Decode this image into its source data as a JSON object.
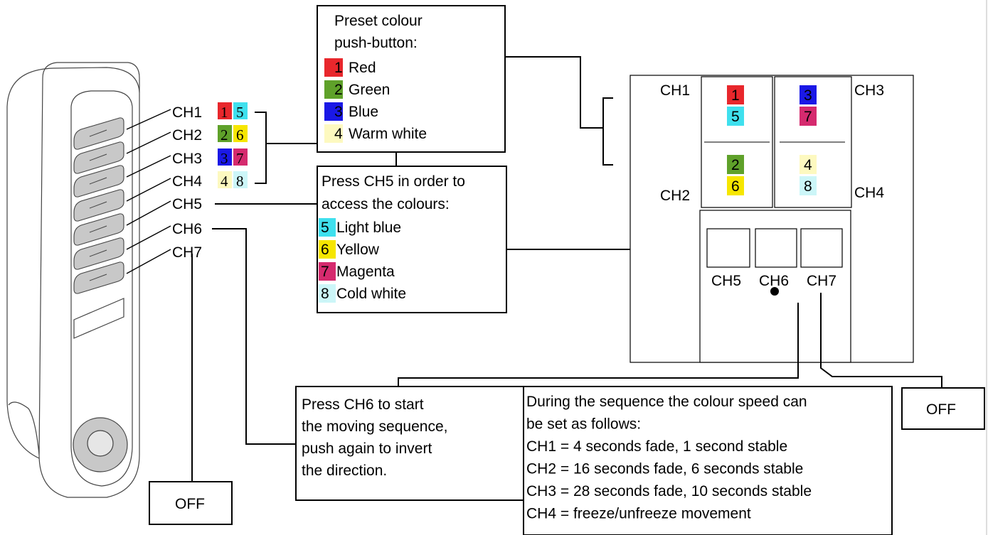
{
  "colors": {
    "red": "#e8272c",
    "green": "#5fa12a",
    "blue": "#1a18e6",
    "warm_white": "#fdf9c0",
    "light_blue": "#3fe0ee",
    "yellow": "#f6e600",
    "magenta": "#d52a6e",
    "cold_white": "#ccf6f8",
    "button_gray": "#c8c8c8"
  },
  "remote": {
    "channels": [
      {
        "label": "CH1",
        "swatches": [
          {
            "num": "1",
            "color": "red"
          },
          {
            "num": "5",
            "color": "light_blue"
          }
        ]
      },
      {
        "label": "CH2",
        "swatches": [
          {
            "num": "2",
            "color": "green"
          },
          {
            "num": "6",
            "color": "yellow"
          }
        ]
      },
      {
        "label": "CH3",
        "swatches": [
          {
            "num": "3",
            "color": "blue"
          },
          {
            "num": "7",
            "color": "magenta"
          }
        ]
      },
      {
        "label": "CH4",
        "swatches": [
          {
            "num": "4",
            "color": "warm_white"
          },
          {
            "num": "8",
            "color": "cold_white"
          }
        ]
      },
      {
        "label": "CH5",
        "swatches": []
      },
      {
        "label": "CH6",
        "swatches": []
      },
      {
        "label": "CH7",
        "swatches": []
      }
    ]
  },
  "preset_box": {
    "title_line1": "Preset colour",
    "title_line2": "push-button:",
    "items": [
      {
        "num": "1",
        "label": "Red",
        "color": "red"
      },
      {
        "num": "2",
        "label": "Green",
        "color": "green"
      },
      {
        "num": "3",
        "label": "Blue",
        "color": "blue"
      },
      {
        "num": "4",
        "label": "Warm white",
        "color": "warm_white"
      }
    ]
  },
  "ch5_box": {
    "title_line1": "Press CH5 in order to",
    "title_line2": "access the colours:",
    "items": [
      {
        "num": "5",
        "label": "Light blue",
        "color": "light_blue"
      },
      {
        "num": "6",
        "label": "Yellow",
        "color": "yellow"
      },
      {
        "num": "7",
        "label": "Magenta",
        "color": "magenta"
      },
      {
        "num": "8",
        "label": "Cold white",
        "color": "cold_white"
      }
    ]
  },
  "panel": {
    "ch1": "CH1",
    "ch2": "CH2",
    "ch3": "CH3",
    "ch4": "CH4",
    "left_top": [
      {
        "num": "1",
        "color": "red"
      },
      {
        "num": "5",
        "color": "light_blue"
      }
    ],
    "left_bottom": [
      {
        "num": "2",
        "color": "green"
      },
      {
        "num": "6",
        "color": "yellow"
      }
    ],
    "right_top": [
      {
        "num": "3",
        "color": "blue"
      },
      {
        "num": "7",
        "color": "magenta"
      }
    ],
    "right_bottom": [
      {
        "num": "4",
        "color": "warm_white"
      },
      {
        "num": "8",
        "color": "cold_white"
      }
    ],
    "ch5": "CH5",
    "ch6": "CH6",
    "ch7": "CH7"
  },
  "ch6_box": {
    "lines": [
      "Press CH6 to start",
      "the moving sequence,",
      "push again to invert",
      "the direction."
    ]
  },
  "speed_box": {
    "lines": [
      "During the sequence the colour speed can",
      "be set as follows:",
      "CH1 = 4 seconds fade, 1 second stable",
      "CH2 = 16 seconds fade, 6 seconds stable",
      "CH3 = 28 seconds fade, 10 seconds stable",
      "CH4 = freeze/unfreeze movement"
    ]
  },
  "off_left": "OFF",
  "off_right": "OFF"
}
